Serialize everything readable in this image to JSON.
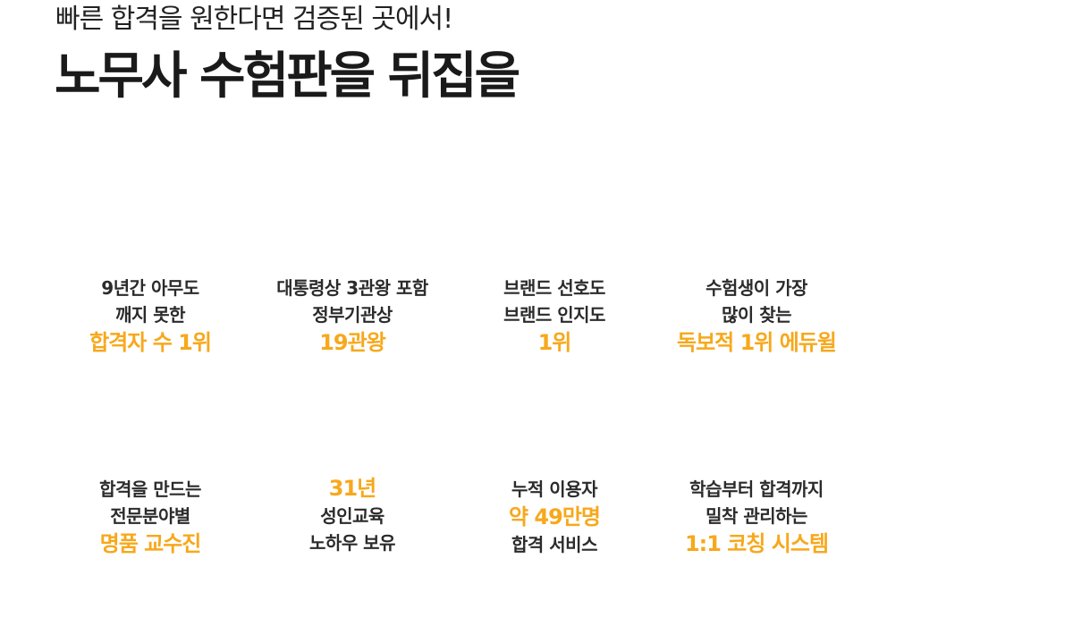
{
  "header": {
    "eyebrow": "빠른 합격을 원한다면 검증된 곳에서!",
    "headline": "노무사 수험판을 뒤집을"
  },
  "stats": [
    {
      "line1": "9년간 아무도",
      "line2": "깨지 못한",
      "highlight": "합격자 수 1위"
    },
    {
      "line1": "대통령상 3관왕 포함",
      "line2": "정부기관상",
      "highlight": "19관왕"
    },
    {
      "line1": "브랜드 선호도",
      "line2": "브랜드 인지도",
      "highlight": "1위"
    },
    {
      "line1": "수험생이 가장",
      "line2": "많이 찾는",
      "highlight": "독보적 1위 에듀윌"
    },
    {
      "line1": "합격을 만드는",
      "line2": "전문분야별",
      "highlight": "명품 교수진"
    },
    {
      "highlight": "31년",
      "line1": "성인교육",
      "line2": "노하우 보유"
    },
    {
      "line1": "누적 이용자",
      "highlight": "약 49만명",
      "line2": "합격 서비스"
    },
    {
      "line1": "학습부터 합격까지",
      "line2": "밀착 관리하는",
      "highlight": "1:1 코칭 시스템"
    }
  ],
  "colors": {
    "accent": "#f7a81b",
    "text": "#2b2b2b",
    "heading": "#1a1a1a",
    "background": "#ffffff"
  }
}
